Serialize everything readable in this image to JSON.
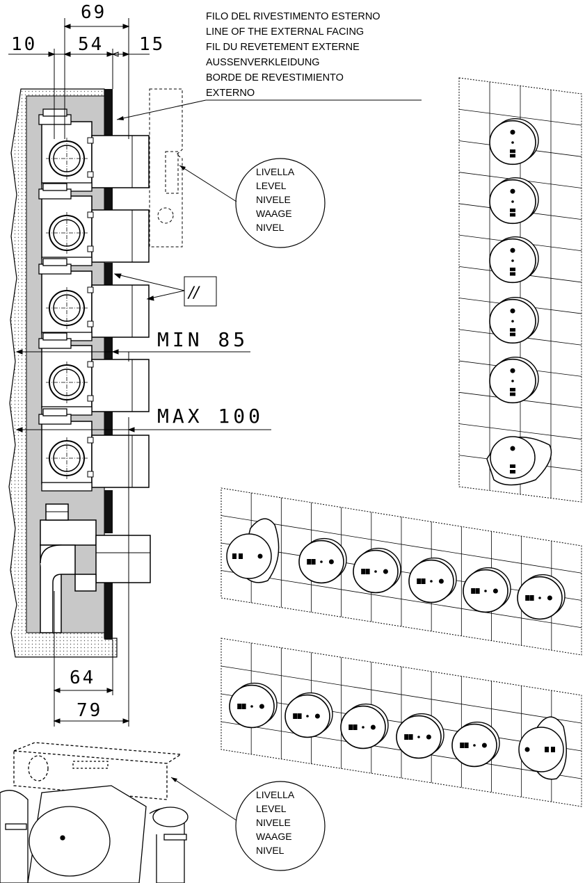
{
  "dimensions": {
    "top_overall": "69",
    "top_left": "10",
    "top_mid": "54",
    "top_right": "15",
    "bottom_inner": "64",
    "bottom_outer": "79"
  },
  "limits": {
    "min": "MIN 85",
    "max": "MAX 100"
  },
  "parallel_symbol": "//",
  "facing_note": [
    "FILO DEL RIVESTIMENTO ESTERNO",
    "LINE OF THE EXTERNAL FACING",
    "FIL DU REVETEMENT EXTERNE",
    "AUSSENVERKLEIDUNG",
    "BORDE DE REVESTIMIENTO",
    "EXTERNO"
  ],
  "level_bubble_top": [
    "LIVELLA",
    "LEVEL",
    "NIVELE",
    "WAAGE",
    "NIVEL"
  ],
  "level_bubble_bottom": [
    "LIVELLA",
    "LEVEL",
    "NIVELE",
    "WAAGE",
    "NIVEL"
  ],
  "colors": {
    "ink": "#000000",
    "housing": "#c8c8c8",
    "wall": "#ffffff",
    "facing": "#111111"
  }
}
